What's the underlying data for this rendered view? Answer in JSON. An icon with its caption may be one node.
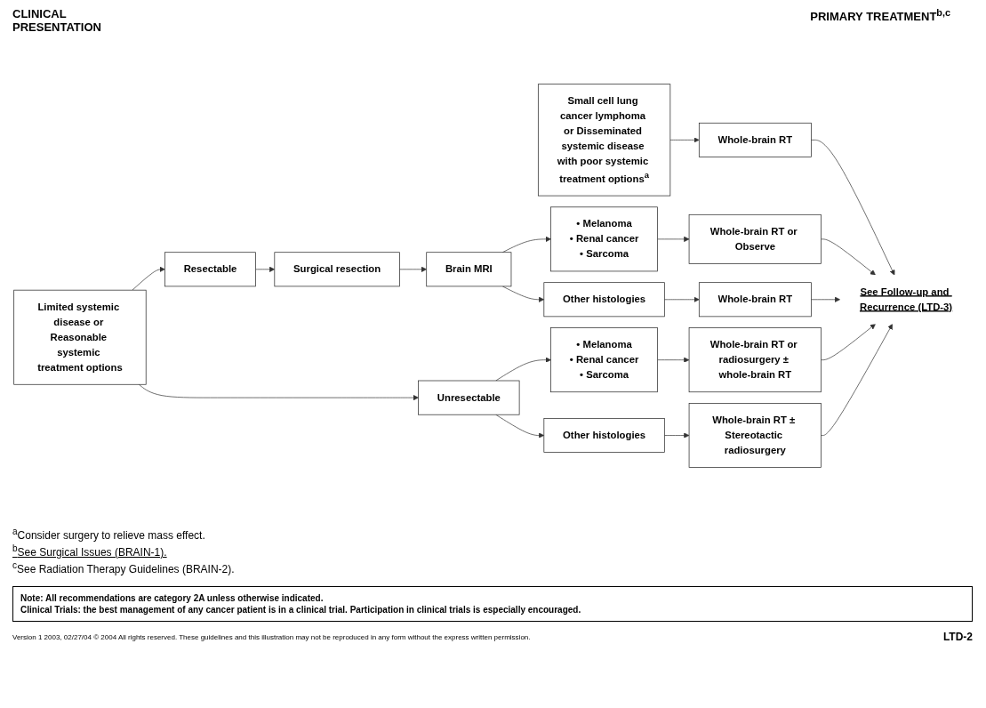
{
  "diagram": {
    "nodes": [
      {
        "text": [
          "Small cell lung cancer lymphoma or Disseminated systemic disease with poor systemic treatment options$^{a}$"
        ]
      },
      {
        "text": [
          "Whole-brain RT"
        ]
      },
      {
        "text": [
          "Limited systemic disease or Reasonable systemic treatment options"
        ]
      },
      {
        "text": [
          "Resectable"
        ]
      },
      {
        "text": [
          "Surgical resection"
        ]
      },
      {
        "text": [
          "Brain MRI"
        ]
      },
      {
        "text": [
          "• Melanoma",
          "• Renal cancer",
          "• Sarcoma"
        ]
      },
      {
        "text": [
          "Whole-brain RT or Observe"
        ]
      },
      {
        "text": [
          "Other histologies"
        ]
      },
      {
        "text": [
          "Whole-brain RT"
        ]
      },
      {
        "text": [
          "Unresectable"
        ]
      },
      {
        "text": [
          "• Melanoma",
          "• Renal cancer",
          "• Sarcoma"
        ]
      },
      {
        "text": [
          "Other histologies"
        ]
      },
      {
        "text": [
          "Whole-brain RT or radiosurgery ± whole-brain RT"
        ]
      },
      {
        "text": [
          "Whole-brain RT ± Stereotactic radiosurgery"
        ]
      },
      {
        "text": [
          "See Follow-up and Recurrence (LTD-3)"
        ]
      }
    ],
    "edges": [
      {
        "from": 0,
        "to": 1,
        "arrow": "to"
      },
      {
        "from": 2,
        "to": 3,
        "arrow": "to"
      },
      {
        "from": 2,
        "to": 10,
        "arrow": "to"
      },
      {
        "from": 3,
        "to": 4,
        "arrow": "to"
      },
      {
        "from": 4,
        "to": 5,
        "arrow": "to"
      },
      {
        "from": 5,
        "to": 6,
        "arrow": "to"
      },
      {
        "from": 5,
        "to": 8,
        "arrow": "to"
      },
      {
        "from": 6,
        "to": 7,
        "arrow": "to"
      },
      {
        "from": 8,
        "to": 9,
        "arrow": "to"
      },
      {
        "from": 10,
        "to": 11,
        "arrow": "to"
      },
      {
        "from": 10,
        "to": 12,
        "arrow": "to"
      },
      {
        "from": 11,
        "to": 13,
        "arrow": "to"
      },
      {
        "from": 12,
        "to": 14,
        "arrow": "to"
      },
      {
        "from": 1,
        "to": 15,
        "arrow": "to"
      },
      {
        "from": 7,
        "to": 15,
        "arrow": "to"
      },
      {
        "from": 9,
        "to": 15,
        "arrow": "to"
      },
      {
        "from": 13,
        "to": 15,
        "arrow": "to"
      },
      {
        "from": 14,
        "to": 15,
        "arrow": "to"
      }
    ],
    "labels": [
      "CLINICAL PRESENTATION",
      "PRIMARY TREATMENT$^{b,c}$",
      "$^{a}$Consider surgery to relieve mass effect.",
      "$^{b}$See Surgical Issues (BRAIN-1).",
      "$^{c}$See Radiation Therapy Guidelines (BRAIN-2).",
      "Note: All recommendations are category 2A unless otherwise indicated.",
      "Clinical Trials: the best management of any cancer patient is in a clinical trial. Participation in clinical trials is especially encouraged.",
      "Version 1 2003, 02/27/04 © 2004 All rights reserved. These guidelines and this illustration may not be reproduced in any form without the express written permission.",
      "LTD-2"
    ]
  }
}
